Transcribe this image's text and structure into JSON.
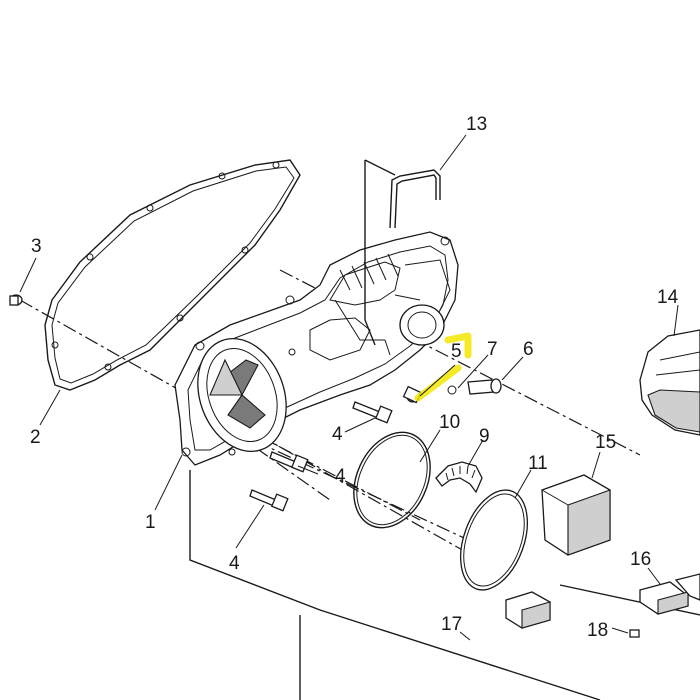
{
  "diagram": {
    "highlight_color": "#f2e600",
    "callouts": {
      "c1": "1",
      "c2": "2",
      "c3": "3",
      "c4a": "4",
      "c4b": "4",
      "c4c": "4",
      "c5": "5",
      "c6": "6",
      "c7": "7",
      "c9": "9",
      "c10": "10",
      "c11": "11",
      "c13": "13",
      "c14": "14",
      "c15": "15",
      "c16": "16",
      "c17": "17",
      "c18": "18"
    },
    "highlighted_callout": "5"
  }
}
